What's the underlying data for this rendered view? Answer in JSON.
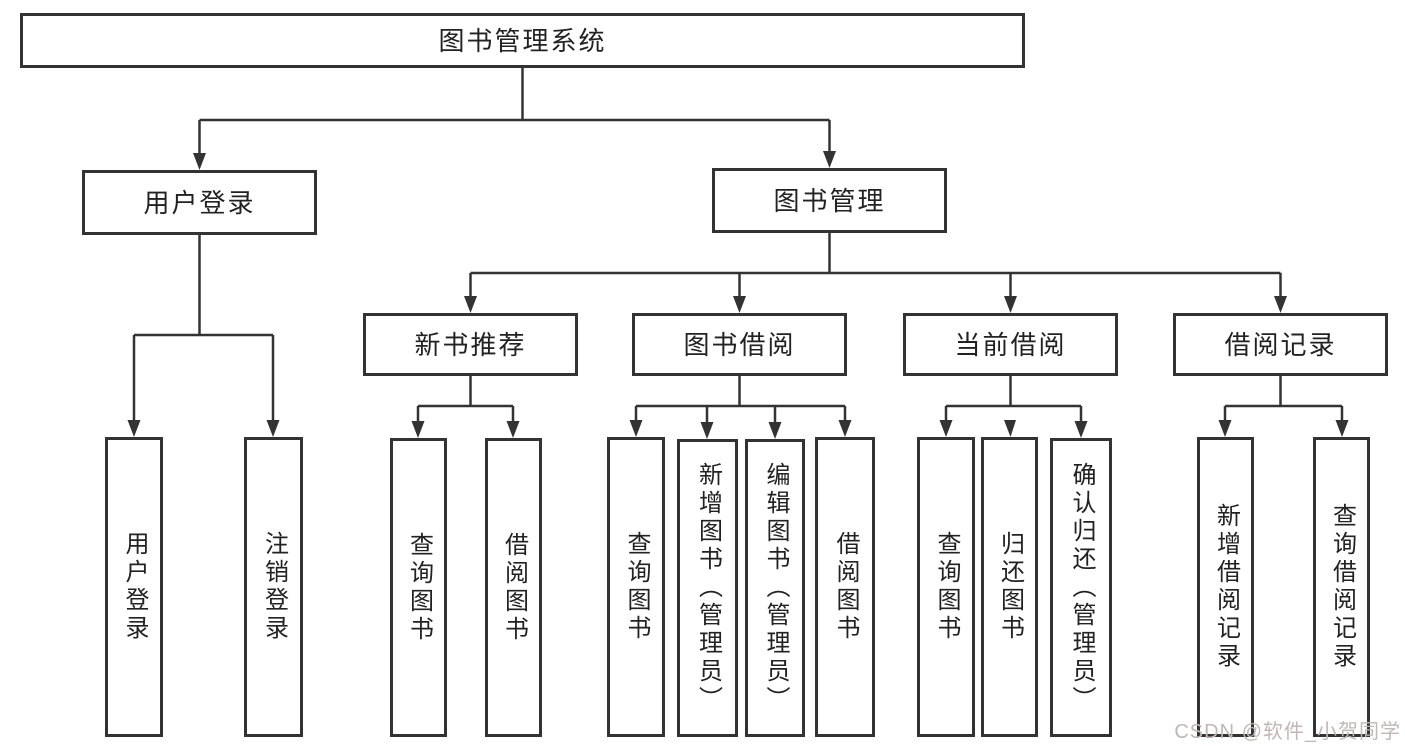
{
  "diagram": {
    "title": "图书管理系统",
    "type": "hierarchy-tree",
    "colors": {
      "background": "#ffffff",
      "line": "#333333",
      "box_border": "#333333",
      "text": "#222222",
      "watermark": "#c2b6b6"
    },
    "nodes": {
      "root": {
        "label": "图书管理系统",
        "level": 0
      },
      "user_login": {
        "label": "用户登录",
        "level": 1
      },
      "book_mgmt": {
        "label": "图书管理",
        "level": 1
      },
      "new_book": {
        "label": "新书推荐",
        "level": 2
      },
      "book_borrow": {
        "label": "图书借阅",
        "level": 2
      },
      "current_borrow": {
        "label": "当前借阅",
        "level": 2
      },
      "borrow_record": {
        "label": "借阅记录",
        "level": 2
      },
      "ul_login": {
        "label": "用户登录",
        "level": 3,
        "orientation": "vertical"
      },
      "ul_logout": {
        "label": "注销登录",
        "level": 3,
        "orientation": "vertical"
      },
      "nb_query": {
        "label": "查询图书",
        "level": 3,
        "orientation": "vertical"
      },
      "nb_borrow": {
        "label": "借阅图书",
        "level": 3,
        "orientation": "vertical"
      },
      "bb_query": {
        "label": "查询图书",
        "level": 3,
        "orientation": "vertical"
      },
      "bb_add": {
        "label": "新增图书（管理员）",
        "level": 3,
        "orientation": "vertical"
      },
      "bb_edit": {
        "label": "编辑图书（管理员）",
        "level": 3,
        "orientation": "vertical"
      },
      "bb_borrow": {
        "label": "借阅图书",
        "level": 3,
        "orientation": "vertical"
      },
      "cb_query": {
        "label": "查询图书",
        "level": 3,
        "orientation": "vertical"
      },
      "cb_return": {
        "label": "归还图书",
        "level": 3,
        "orientation": "vertical"
      },
      "cb_confirm": {
        "label": "确认归还（管理员）",
        "level": 3,
        "orientation": "vertical"
      },
      "br_add": {
        "label": "新增借阅记录",
        "level": 3,
        "orientation": "vertical"
      },
      "br_query": {
        "label": "查询借阅记录",
        "level": 3,
        "orientation": "vertical"
      }
    },
    "edges": [
      [
        "root",
        "user_login"
      ],
      [
        "root",
        "book_mgmt"
      ],
      [
        "user_login",
        "ul_login"
      ],
      [
        "user_login",
        "ul_logout"
      ],
      [
        "book_mgmt",
        "new_book"
      ],
      [
        "book_mgmt",
        "book_borrow"
      ],
      [
        "book_mgmt",
        "current_borrow"
      ],
      [
        "book_mgmt",
        "borrow_record"
      ],
      [
        "new_book",
        "nb_query"
      ],
      [
        "new_book",
        "nb_borrow"
      ],
      [
        "book_borrow",
        "bb_query"
      ],
      [
        "book_borrow",
        "bb_add"
      ],
      [
        "book_borrow",
        "bb_edit"
      ],
      [
        "book_borrow",
        "bb_borrow"
      ],
      [
        "current_borrow",
        "cb_query"
      ],
      [
        "current_borrow",
        "cb_return"
      ],
      [
        "current_borrow",
        "cb_confirm"
      ],
      [
        "borrow_record",
        "br_add"
      ],
      [
        "borrow_record",
        "br_query"
      ]
    ]
  },
  "watermark": {
    "text": "CSDN @软件_小贺同学"
  }
}
